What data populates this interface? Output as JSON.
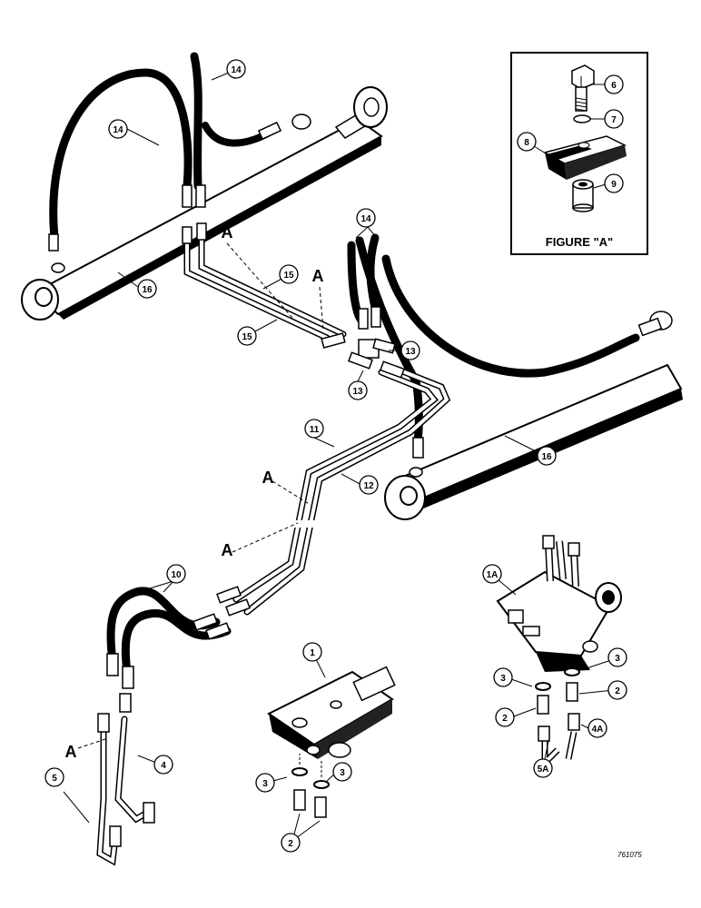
{
  "figure_a": {
    "title": "FIGURE \"A\""
  },
  "drawing_code": "761075",
  "callouts": {
    "c1": "1",
    "c1a": "1A",
    "c2a": "2",
    "c2b": "2",
    "c2c": "2",
    "c3a": "3",
    "c3b": "3",
    "c3c": "3",
    "c3d": "3",
    "c4": "4",
    "c4a": "4A",
    "c5": "5",
    "c5a": "5A",
    "c6": "6",
    "c7": "7",
    "c8": "8",
    "c9": "9",
    "c10": "10",
    "c11": "11",
    "c12": "12",
    "c13a": "13",
    "c13b": "13",
    "c14a": "14",
    "c14b": "14",
    "c14c": "14",
    "c15a": "15",
    "c15b": "15",
    "c16a": "16",
    "c16b": "16"
  },
  "section_marks": {
    "a1": "A",
    "a2": "A",
    "a3": "A",
    "a4": "A",
    "a5": "A"
  }
}
